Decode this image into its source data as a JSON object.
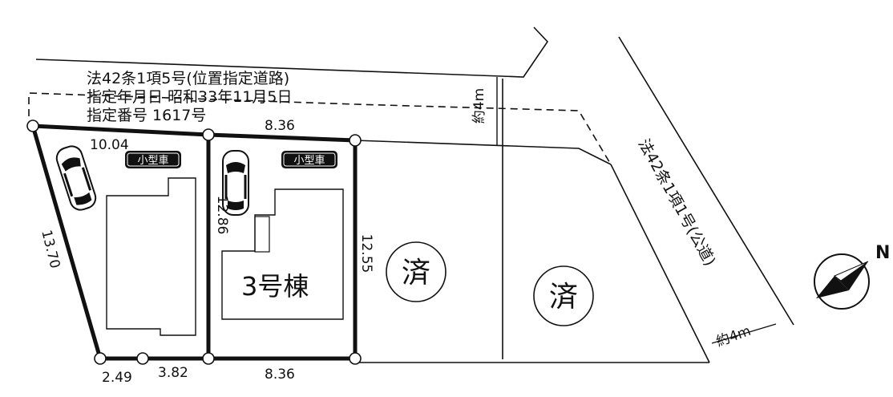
{
  "road_top": {
    "line1": "法42条1項5号(位置指定道路)",
    "line2": "指定年月日  昭和33年11月5日",
    "line3": "指定番号  1617号",
    "width": "約4m"
  },
  "road_right": {
    "label": "法42条1項1号(公道)",
    "width": "約4m"
  },
  "dimensions": {
    "left_top": "10.04",
    "left_side": "13.70",
    "left_bottom_a": "2.49",
    "left_bottom_b": "3.82",
    "middle_top": "8.36",
    "middle_left": "12.86",
    "middle_right": "12.55",
    "middle_bottom": "8.36"
  },
  "parking": {
    "badge_label": "小型車"
  },
  "lots": {
    "house_label": "3号棟",
    "sold_1": "済",
    "sold_2": "済"
  },
  "compass": {
    "north": "N"
  }
}
